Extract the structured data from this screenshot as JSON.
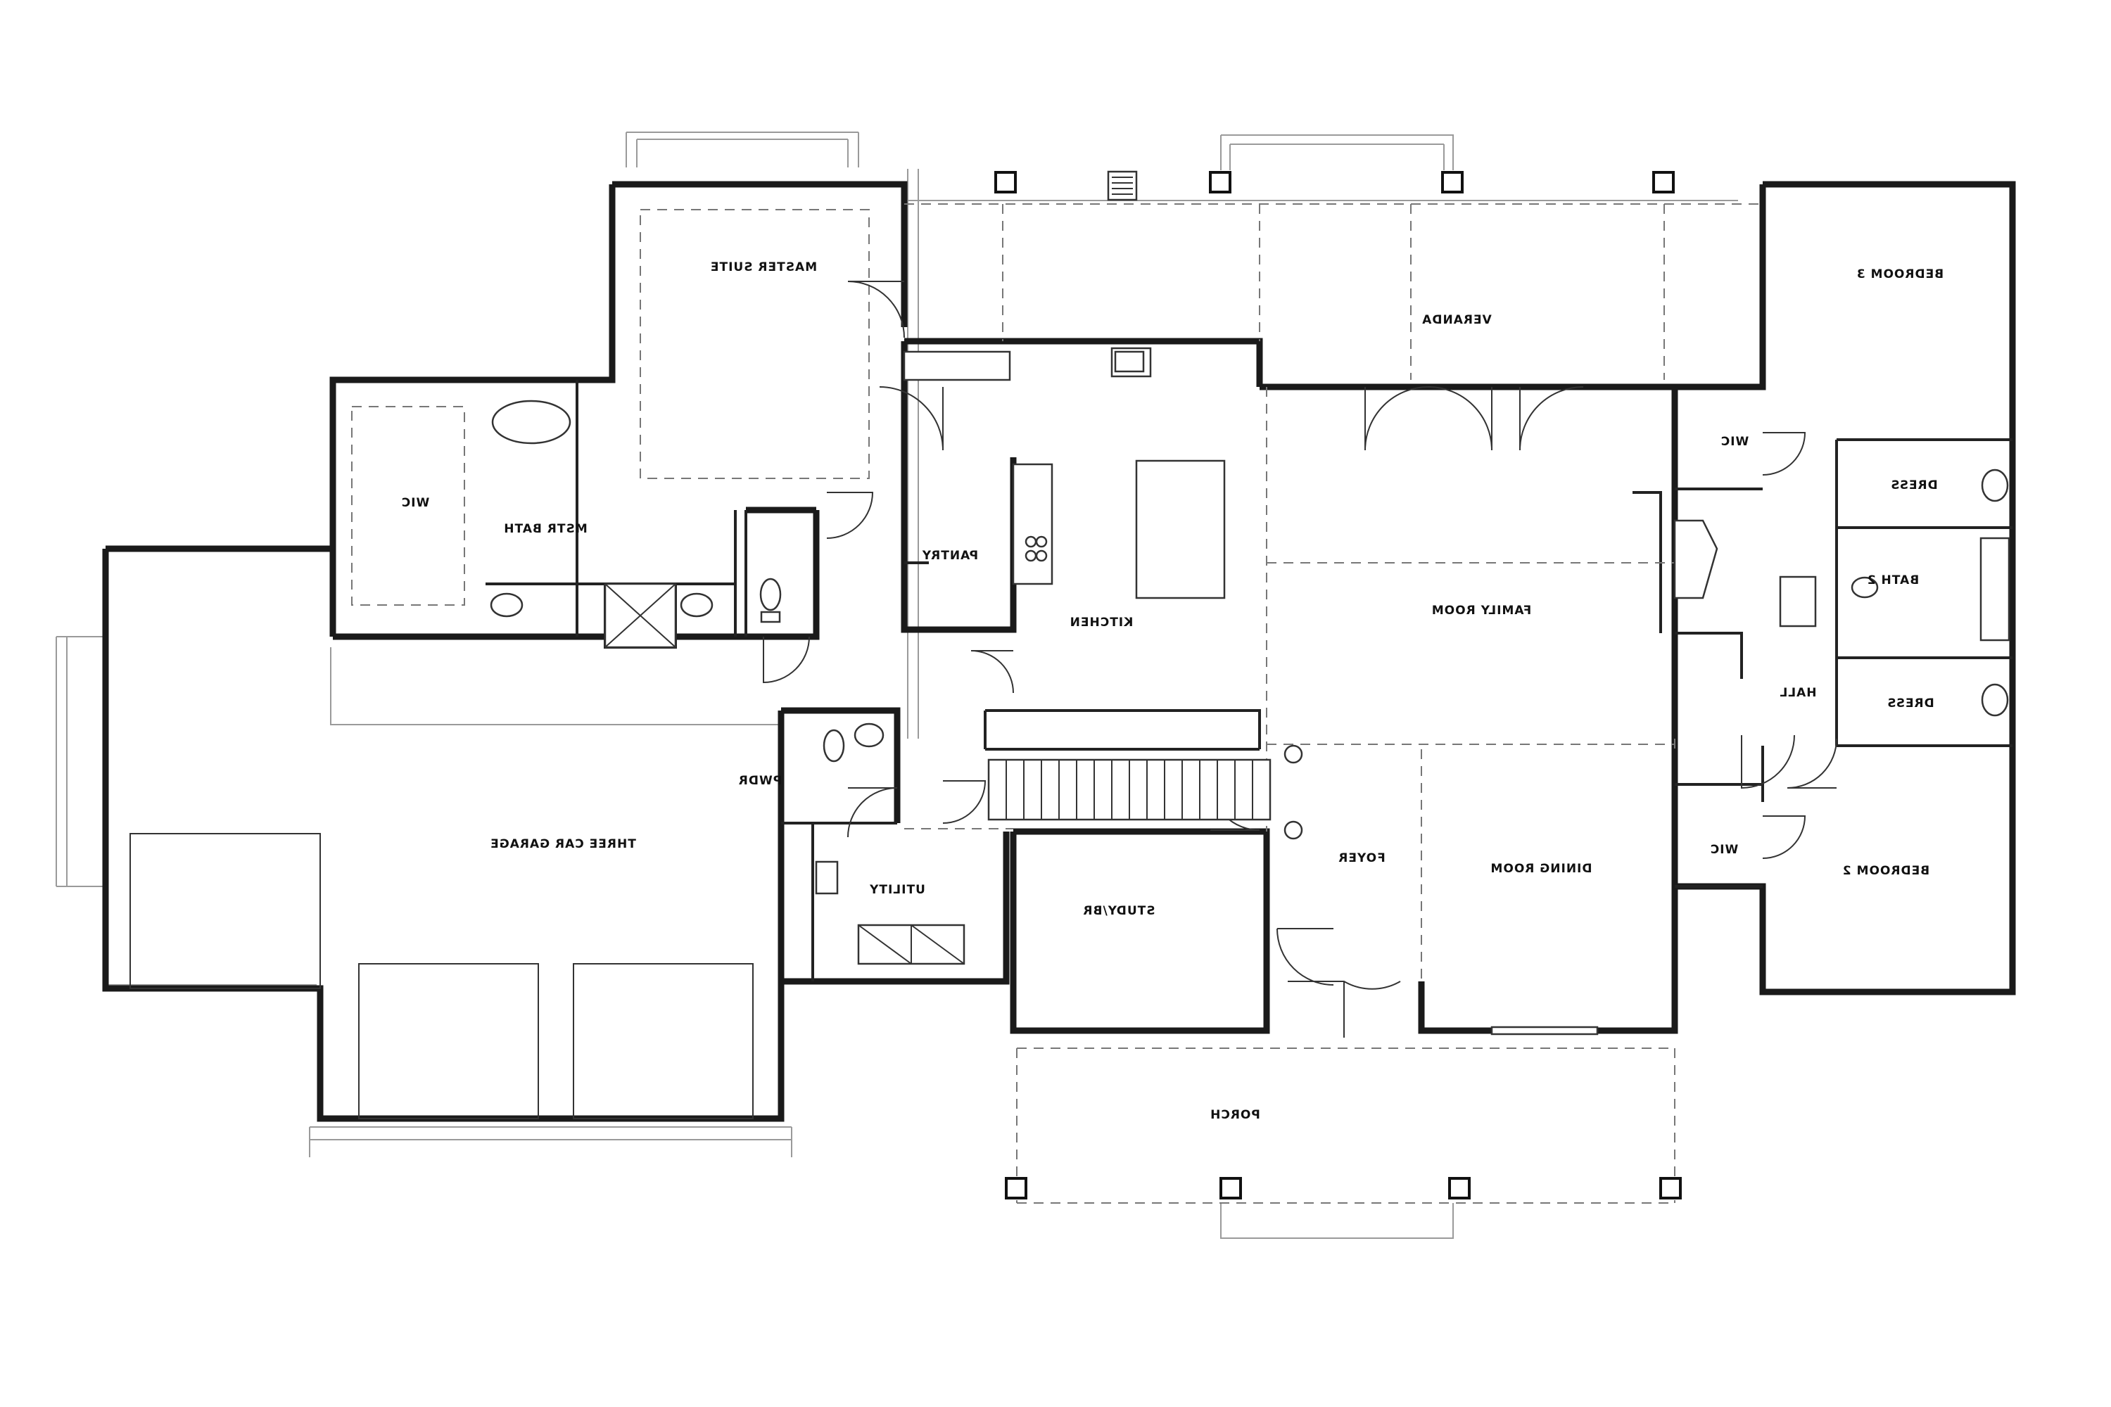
{
  "rooms": {
    "master_suite": "MASTER SUITE",
    "veranda": "VERANDA",
    "bedroom_3": "BEDROOM 3",
    "wic_master": "WIC",
    "mstr_bath": "MSTR BATH",
    "pantry": "PANTRY",
    "kitchen": "KITCHEN",
    "family_room": "FAMILY ROOM",
    "wic_bed3": "WIC",
    "dress_upper": "DRESS",
    "bath_2": "BATH 2",
    "dress_lower": "DRESS",
    "hall": "HALL",
    "pwdr": "PWDR",
    "three_car_garage": "THREE CAR GARAGE",
    "utility": "UTILITY",
    "study_br": "STUDY/BR",
    "foyer": "FOYER",
    "dining_room": "DINING ROOM",
    "wic_bed2": "WIC",
    "bedroom_2": "BEDROOM 2",
    "porch": "PORCH"
  }
}
